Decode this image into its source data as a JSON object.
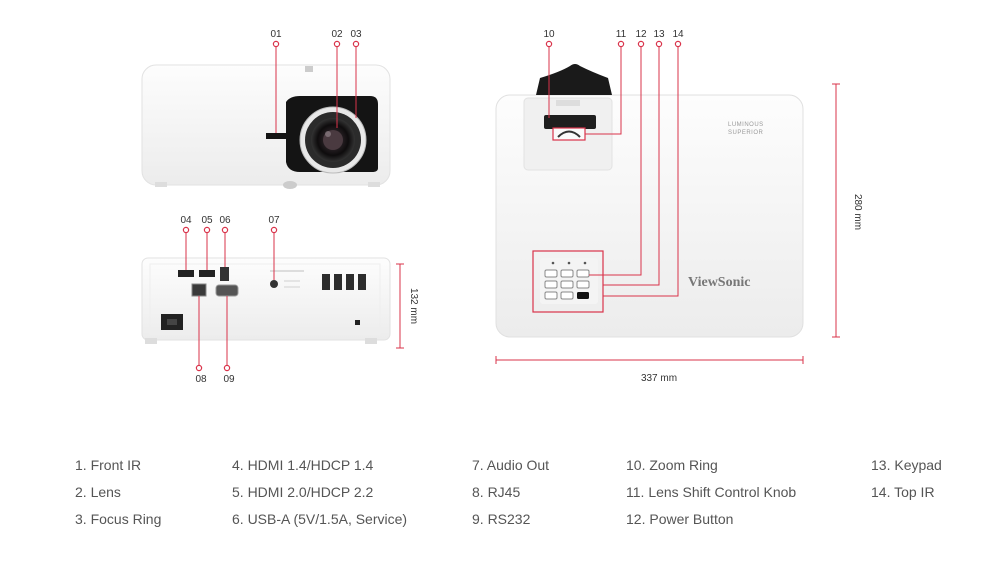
{
  "callouts": {
    "c01": "01",
    "c02": "02",
    "c03": "03",
    "c04": "04",
    "c05": "05",
    "c06": "06",
    "c07": "07",
    "c08": "08",
    "c09": "09",
    "c10": "10",
    "c11": "11",
    "c12": "12",
    "c13": "13",
    "c14": "14"
  },
  "dimensions": {
    "height": "132 mm",
    "depth": "280 mm",
    "width": "337 mm"
  },
  "brand": {
    "name": "ViewSonic",
    "badge_line1": "LUMINOUS",
    "badge_line2": "SUPERIOR"
  },
  "legend": {
    "col1": [
      "1. Front IR",
      "2. Lens",
      "3. Focus Ring"
    ],
    "col2": [
      "4. HDMI 1.4/HDCP 1.4",
      "5. HDMI 2.0/HDCP 2.2",
      "6. USB-A (5V/1.5A, Service)"
    ],
    "col3": [
      "7. Audio Out",
      "8. RJ45",
      "9. RS232"
    ],
    "col4": [
      "10. Zoom Ring",
      "11. Lens Shift Control Knob",
      "12. Power Button"
    ],
    "col5": [
      "13. Keypad",
      "14. Top IR"
    ]
  },
  "colors": {
    "accent": "#d9334a",
    "body": "#ffffff",
    "shadow": "#e6e6e6",
    "lens": "#111111"
  }
}
